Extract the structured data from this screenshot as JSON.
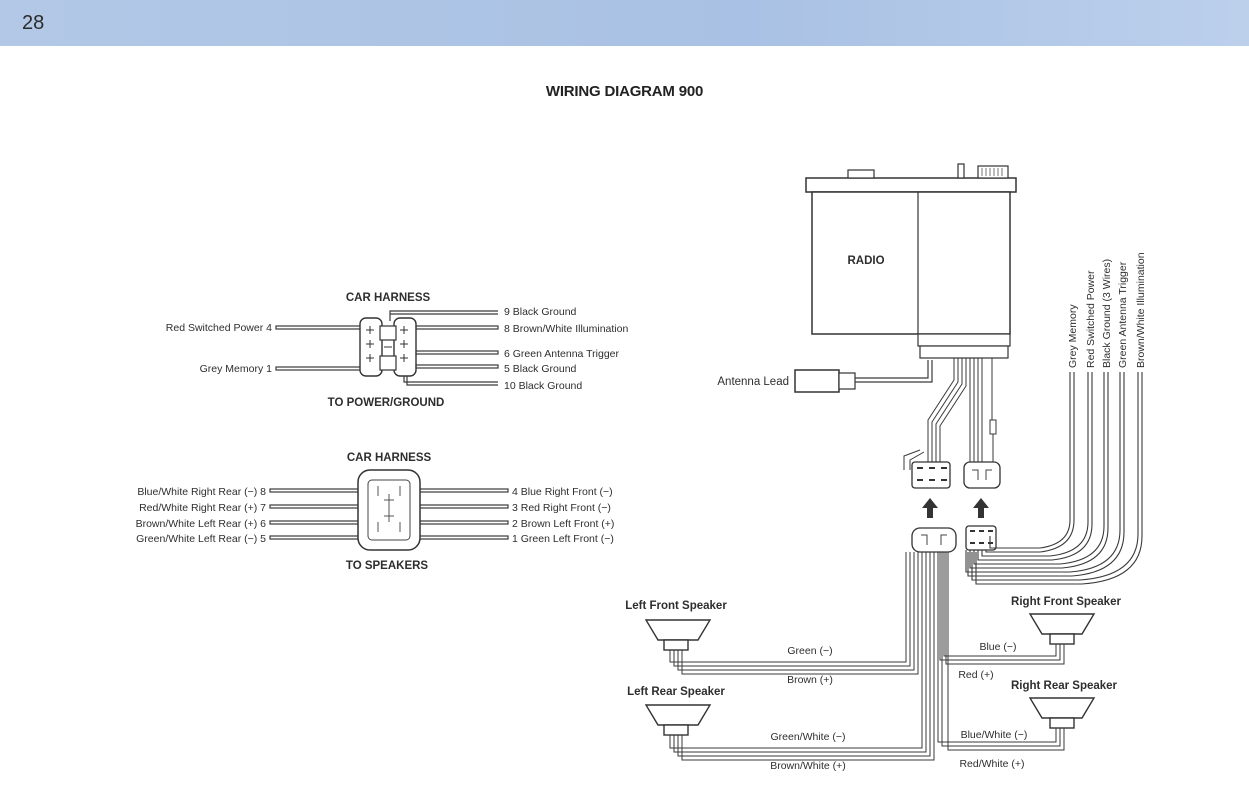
{
  "page_number": "28",
  "title": "WIRING DIAGRAM 900",
  "power_harness": {
    "title": "CAR HARNESS",
    "footer": "TO POWER/GROUND",
    "left_wires": [
      "Red Switched Power 4",
      "Grey Memory 1"
    ],
    "right_wires": [
      "9 Black Ground",
      "8 Brown/White Illumination",
      "6 Green Antenna Trigger",
      "5 Black Ground",
      "10 Black Ground"
    ]
  },
  "speaker_harness": {
    "title": "CAR HARNESS",
    "footer": "TO SPEAKERS",
    "left_wires": [
      "Blue/White Right Rear (−) 8",
      "Red/White Right Rear (+) 7",
      "Brown/White Left Rear (+) 6",
      "Green/White Left Rear (−) 5"
    ],
    "right_wires": [
      "4 Blue Right Front (−)",
      "3 Red Right Front (−)",
      "2 Brown Left Front (+)",
      "1 Green Left Front (−)"
    ]
  },
  "radio": {
    "label": "RADIO",
    "antenna_lead": "Antenna Lead"
  },
  "vertical_wires": [
    "Grey Memory",
    "Red Switched Power",
    "Black Ground (3 Wires)",
    "Green Antenna Trigger",
    "Brown/White Illumination"
  ],
  "speakers": {
    "left_front": "Left Front Speaker",
    "right_front": "Right Front Speaker",
    "left_rear": "Left Rear Speaker",
    "right_rear": "Right Rear Speaker"
  },
  "speaker_wires": {
    "green": "Green (−)",
    "brown": "Brown (+)",
    "blue": "Blue (−)",
    "red": "Red (+)",
    "green_white": "Green/White (−)",
    "brown_white": "Brown/White (+)",
    "blue_white": "Blue/White (−)",
    "red_white": "Red/White (+)"
  }
}
